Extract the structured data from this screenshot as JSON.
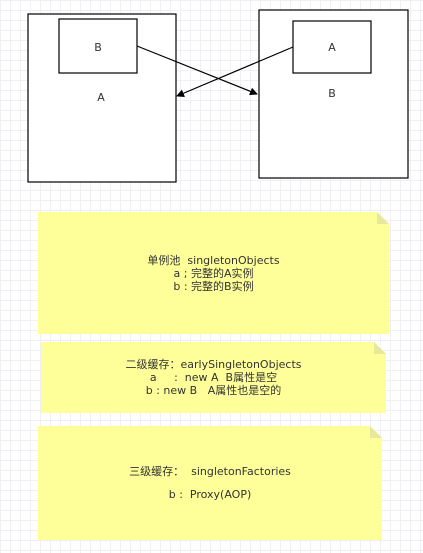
{
  "diagram": {
    "box_left": {
      "outer_label": "A",
      "inner_label": "B"
    },
    "box_right": {
      "outer_label": "B",
      "inner_label": "A"
    }
  },
  "notes": {
    "singleton_objects": {
      "title": "单例池  singletonObjects",
      "line_a": "a ; 完整的A实例",
      "line_b": "b : 完整的B实例"
    },
    "early_singleton_objects": {
      "title": "二级缓存：earlySingletonObjects",
      "line_a": "a     :  new A  B属性是空",
      "line_b": "b : new B   A属性也是空的"
    },
    "singleton_factories": {
      "title": "三级缓存：  singletonFactories",
      "line_b": "b :  Proxy(AOP)"
    }
  },
  "colors": {
    "note_fill": "#ffff99",
    "stroke": "#000000"
  }
}
